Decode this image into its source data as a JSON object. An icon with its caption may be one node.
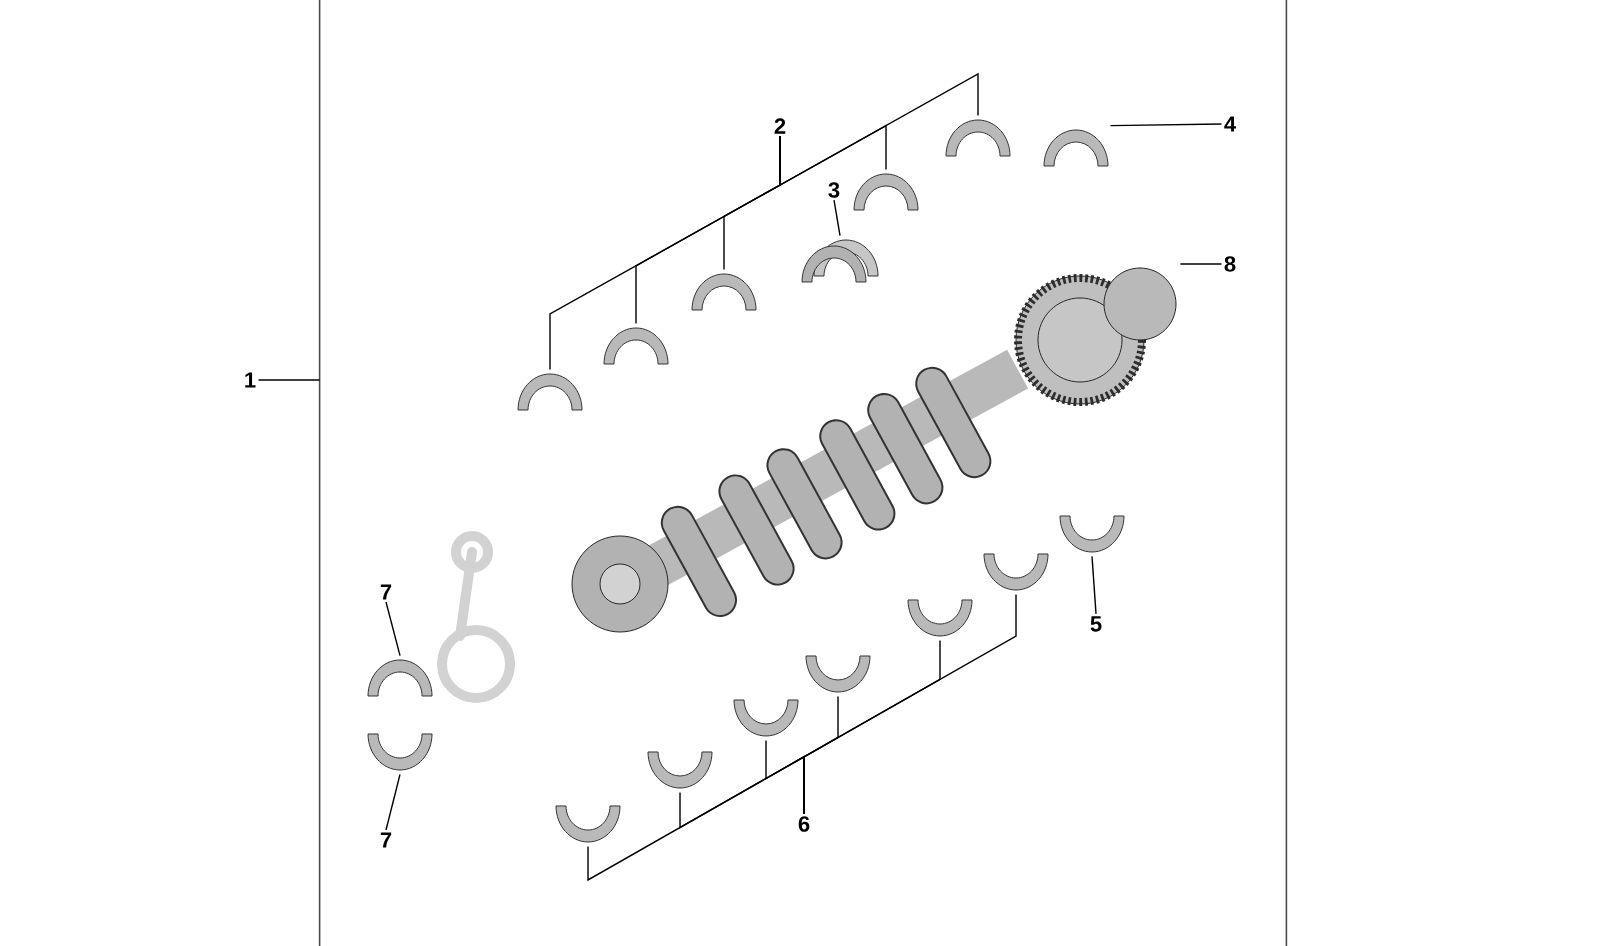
{
  "diagram": {
    "nodes": [
      {
        "text": [],
        "shape": "box"
      },
      {
        "text": [
          "1"
        ]
      },
      {
        "text": [
          "2"
        ],
        "in": 0
      },
      {
        "text": [],
        "shape": "picture",
        "in": 0
      },
      {
        "text": [],
        "shape": "picture",
        "in": 0
      },
      {
        "text": [],
        "shape": "picture",
        "in": 0
      },
      {
        "text": [],
        "shape": "picture",
        "in": 0
      },
      {
        "text": [],
        "shape": "picture",
        "in": 0
      },
      {
        "text": [
          "3"
        ],
        "in": 0
      },
      {
        "text": [],
        "shape": "picture",
        "in": 0
      },
      {
        "text": [
          "4"
        ],
        "in": 0
      },
      {
        "text": [],
        "shape": "picture",
        "in": 0
      },
      {
        "text": [
          "8"
        ],
        "in": 0
      },
      {
        "text": [],
        "shape": "picture",
        "in": 0
      },
      {
        "text": [
          "5"
        ],
        "in": 0
      },
      {
        "text": [],
        "shape": "picture",
        "in": 0
      },
      {
        "text": [],
        "shape": "picture",
        "in": 0
      },
      {
        "text": [],
        "shape": "picture",
        "in": 0
      },
      {
        "text": [],
        "shape": "picture",
        "in": 0
      },
      {
        "text": [],
        "shape": "picture",
        "in": 0
      },
      {
        "text": [],
        "shape": "picture",
        "in": 0
      },
      {
        "text": [],
        "shape": "picture",
        "in": 0
      },
      {
        "text": [
          "6"
        ],
        "in": 0
      },
      {
        "text": [
          "7"
        ],
        "in": 0
      },
      {
        "text": [],
        "shape": "picture",
        "in": 0
      },
      {
        "text": [],
        "shape": "picture",
        "in": 0
      },
      {
        "text": [
          "7"
        ],
        "in": 0
      }
    ],
    "edges": [
      {
        "from": 1,
        "to": 0,
        "arrow": "none"
      },
      {
        "from": 2,
        "to": 3,
        "arrow": "none"
      },
      {
        "from": 2,
        "to": 4,
        "arrow": "none"
      },
      {
        "from": 2,
        "to": 5,
        "arrow": "none"
      },
      {
        "from": 2,
        "to": 6,
        "arrow": "none"
      },
      {
        "from": 2,
        "to": 7,
        "arrow": "none"
      },
      {
        "from": 8,
        "to": 9,
        "arrow": "none"
      },
      {
        "from": 10,
        "to": 11,
        "arrow": "none"
      },
      {
        "from": 12,
        "to": 13,
        "arrow": "none"
      },
      {
        "from": 14,
        "to": 15,
        "arrow": "none"
      },
      {
        "from": 22,
        "to": 16,
        "arrow": "none"
      },
      {
        "from": 22,
        "to": 17,
        "arrow": "none"
      },
      {
        "from": 22,
        "to": 18,
        "arrow": "none"
      },
      {
        "from": 22,
        "to": 19,
        "arrow": "none"
      },
      {
        "from": 22,
        "to": 20,
        "arrow": "none"
      },
      {
        "from": 22,
        "to": 21,
        "arrow": "none"
      },
      {
        "from": 23,
        "to": 24,
        "arrow": "none"
      },
      {
        "from": 26,
        "to": 25,
        "arrow": "none"
      }
    ]
  }
}
